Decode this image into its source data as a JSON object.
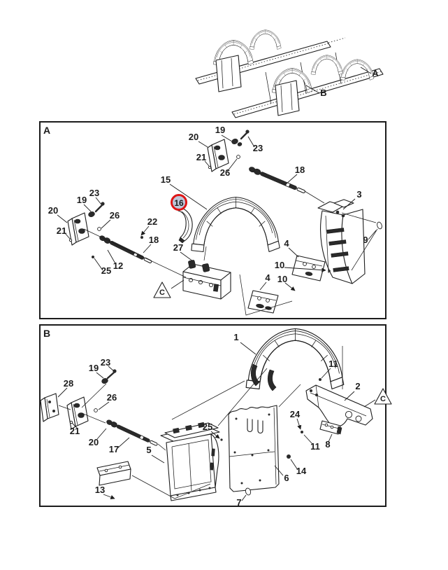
{
  "page": {
    "background": "#ffffff",
    "ink_color": "#1c1c1c"
  },
  "overview": {
    "callouts": {
      "a": "A",
      "b": "B"
    }
  },
  "panel_a": {
    "letter": "A",
    "triangle": "C",
    "highlight": {
      "label": "16",
      "ring_color": "#de1616",
      "fill_color": "#bdc7d9"
    },
    "callouts": {
      "n19_top": "19",
      "n20_top": "20",
      "n21_top": "21",
      "n23_top": "23",
      "n26_top": "26",
      "n18_top": "18",
      "n15": "15",
      "n3": "3",
      "n9": "9",
      "n23_left": "23",
      "n19_left": "19",
      "n20_left": "20",
      "n21_left": "21",
      "n26_left": "26",
      "n22": "22",
      "n25": "25",
      "n12": "12",
      "n18_left": "18",
      "n27": "27",
      "n4_upper": "4",
      "n10_upper": "10",
      "n4_lower": "4",
      "n10_lower": "10"
    }
  },
  "panel_b": {
    "letter": "B",
    "triangle": "C",
    "callouts": {
      "n1": "1",
      "n11_top": "11",
      "n2": "2",
      "n24": "24",
      "n11_bottom": "11",
      "n8": "8",
      "n28": "28",
      "n19": "19",
      "n23": "23",
      "n26": "26",
      "n21": "21",
      "n20": "20",
      "n17": "17",
      "n5": "5",
      "n25": "25",
      "n6": "6",
      "n14": "14",
      "n7": "7",
      "n13": "13"
    }
  }
}
